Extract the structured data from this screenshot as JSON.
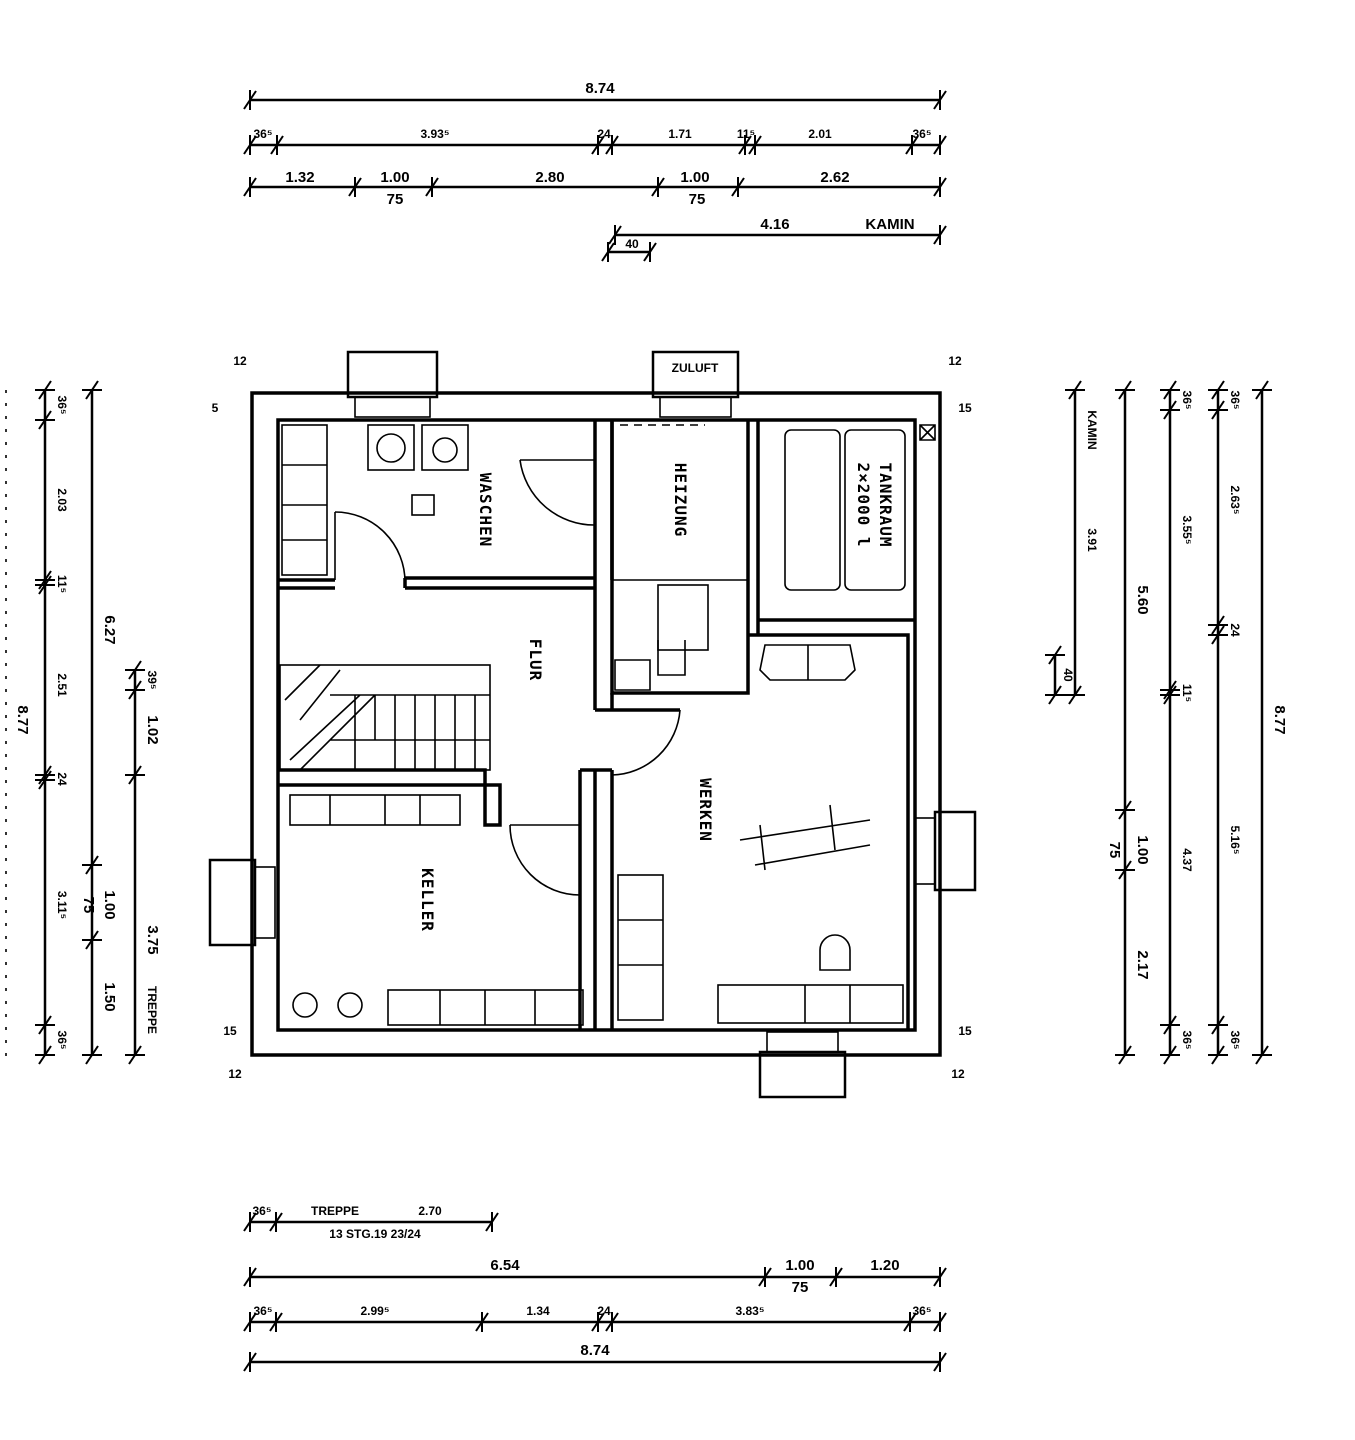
{
  "title": "Kellergeschoss Grundriss",
  "rooms": {
    "waschen": "WASCHEN",
    "heizung": "HEIZUNG",
    "tankraum": "TANKRAUM",
    "tank_capacity": "2×2000 l",
    "flur": "FLUR",
    "keller": "KELLER",
    "werken": "WERKEN",
    "zuluft": "ZULUFT"
  },
  "dimensions": {
    "top": {
      "overall": "8.74",
      "row2": [
        "36⁵",
        "3.93⁵",
        "24",
        "1.71",
        "11⁵",
        "2.01",
        "36⁵"
      ],
      "row3": [
        "1.32",
        "1.00",
        "75",
        "2.80",
        "1.00",
        "75",
        "2.62"
      ],
      "kamin": [
        "4.16",
        "KAMIN"
      ],
      "kamin_offset": "40"
    },
    "left": {
      "col1": [
        "36⁵",
        "2.03",
        "11⁵",
        "2.51",
        "24",
        "3.11⁵",
        "36⁵"
      ],
      "col2": [
        "6.27",
        "1.00",
        "75",
        "1.50"
      ],
      "col3": [
        "39⁵",
        "1.02",
        "3.75",
        "TREPPE"
      ],
      "overall": "8.77"
    },
    "right": {
      "kamin": [
        "KAMIN",
        "3.91",
        "40"
      ],
      "col2": [
        "5.60",
        "1.00",
        "75",
        "2.17"
      ],
      "col3": [
        "36⁵",
        "3.55⁵",
        "11⁵",
        "4.37",
        "36⁵"
      ],
      "col4": [
        "36⁵",
        "2.63⁵",
        "24",
        "5.16⁵",
        "36⁵"
      ],
      "overall": "8.77"
    },
    "bottom": {
      "treppe": [
        "36⁵",
        "TREPPE",
        "2.70",
        "13 STG.19 23/24"
      ],
      "row2": [
        "6.54",
        "1.00",
        "75",
        "1.20"
      ],
      "row3": [
        "36⁵",
        "2.99⁵",
        "1.34",
        "24",
        "3.83⁵",
        "36⁵"
      ],
      "overall": "8.74"
    },
    "corners": [
      "12",
      "5",
      "12",
      "15",
      "15",
      "12",
      "15",
      "12"
    ]
  }
}
